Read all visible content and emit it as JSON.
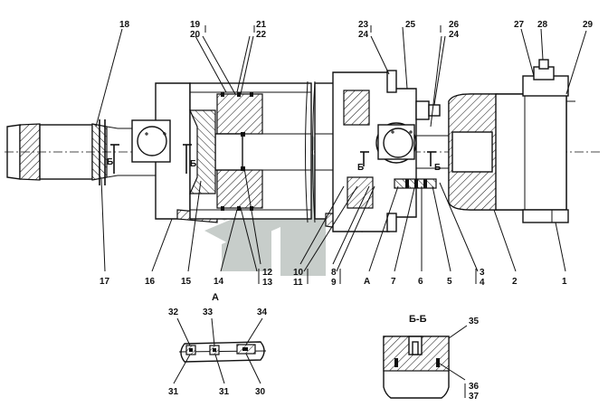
{
  "colors": {
    "line": "#111111",
    "background": "#ffffff",
    "watermark": "#9aa6a0"
  },
  "watermark_icon": "gear-logo-watermark",
  "callouts": {
    "c1": "1",
    "c2": "2",
    "c3": "3",
    "c4": "4",
    "c5": "5",
    "c6": "6",
    "c7": "7",
    "c8": "8",
    "c9": "9",
    "c10": "10",
    "c11": "11",
    "c12": "12",
    "c13": "13",
    "c14": "14",
    "c15": "15",
    "c16": "16",
    "c17": "17",
    "c18": "18",
    "c19": "19",
    "c20": "20",
    "c21": "21",
    "c22": "22",
    "c23": "23",
    "c24a": "24",
    "c24b": "24",
    "c25": "25",
    "c26": "26",
    "c27": "27",
    "c28": "28",
    "c29": "29",
    "c30": "30",
    "c31a": "31",
    "c31b": "31",
    "c32": "32",
    "c33": "33",
    "c34": "34",
    "c35": "35",
    "c36": "36",
    "c37": "37",
    "cA": "А"
  },
  "section_marks": {
    "b1": "Б",
    "b2": "Б",
    "b3": "Б",
    "b4": "Б"
  },
  "details": {
    "view_a_title": "А",
    "section_bb_title": "Б-Б"
  }
}
